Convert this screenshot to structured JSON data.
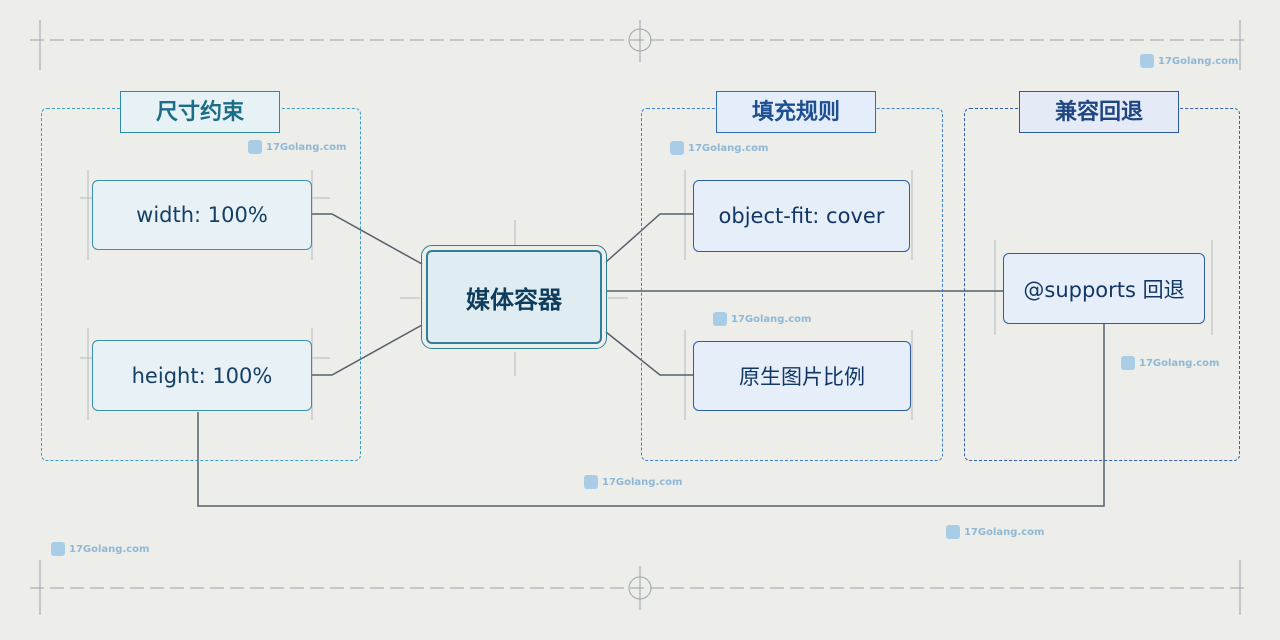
{
  "groups": {
    "size": {
      "title": "尺寸约束"
    },
    "fill": {
      "title": "填充规则"
    },
    "fallback": {
      "title": "兼容回退"
    }
  },
  "nodes": {
    "center": "媒体容器",
    "width": "width: 100%",
    "height": "height: 100%",
    "object_fit": "object-fit: cover",
    "native_ratio": "原生图片比例",
    "supports": "@supports 回退"
  },
  "watermark": "17Golang.com",
  "colors": {
    "teal": "#2f8aa5",
    "blue": "#2f6bb8",
    "navy": "#2c5a9d",
    "line": "#55606a",
    "background": "#ededea"
  }
}
